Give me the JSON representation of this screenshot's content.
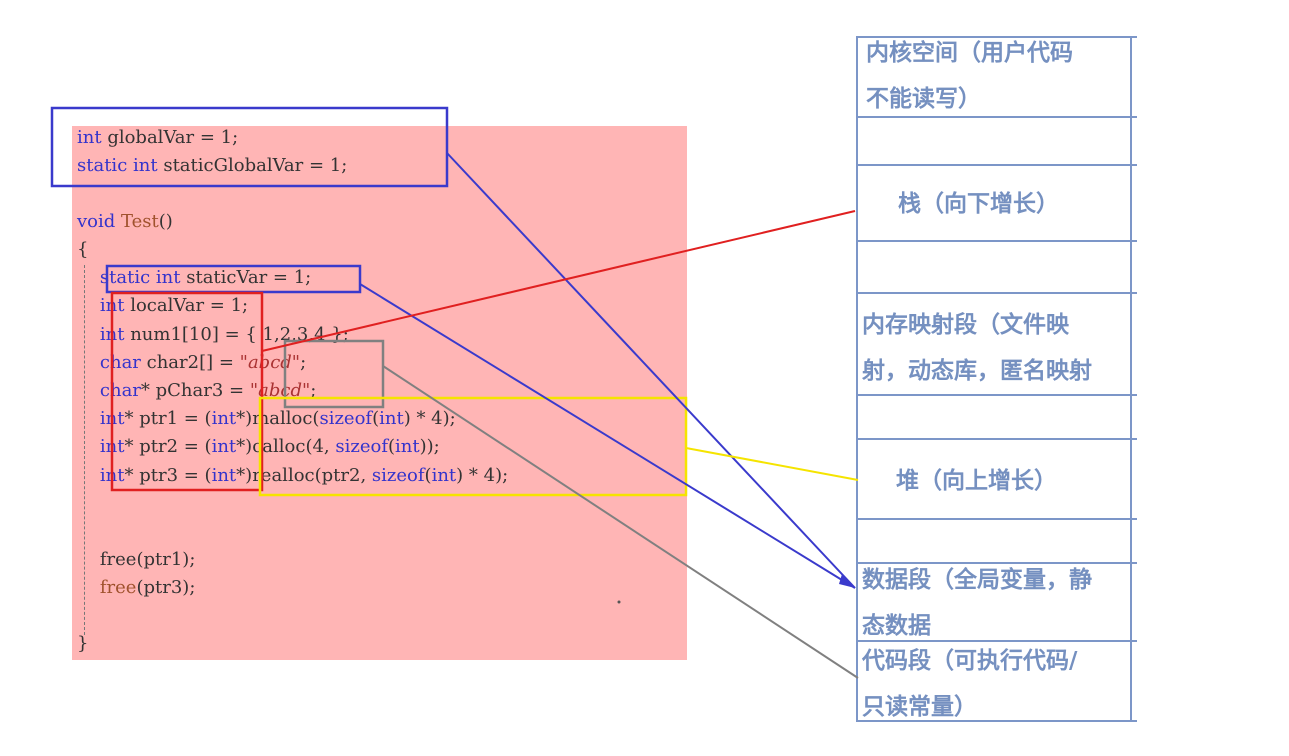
{
  "code": {
    "lines": [
      [
        {
          "t": "int",
          "c": "kw"
        },
        {
          "t": " globalVar = 1;",
          "c": "id"
        }
      ],
      [
        {
          "t": "static",
          "c": "kw"
        },
        {
          "t": " ",
          "c": "id"
        },
        {
          "t": "int",
          "c": "kw"
        },
        {
          "t": " staticGlobalVar = 1;",
          "c": "id"
        }
      ],
      [],
      [
        {
          "t": "void",
          "c": "kw"
        },
        {
          "t": " ",
          "c": "id"
        },
        {
          "t": "Test",
          "c": "fn"
        },
        {
          "t": "()",
          "c": "id"
        }
      ],
      [
        {
          "t": "{",
          "c": "id"
        }
      ],
      [
        {
          "t": "    ",
          "c": "id"
        },
        {
          "t": "static",
          "c": "kw"
        },
        {
          "t": " ",
          "c": "id"
        },
        {
          "t": "int",
          "c": "kw"
        },
        {
          "t": " staticVar = 1;",
          "c": "id"
        }
      ],
      [
        {
          "t": "    ",
          "c": "id"
        },
        {
          "t": "int",
          "c": "kw"
        },
        {
          "t": " localVar = 1;",
          "c": "id"
        }
      ],
      [
        {
          "t": "    ",
          "c": "id"
        },
        {
          "t": "int",
          "c": "kw"
        },
        {
          "t": " num1[10] = { 1,2,3,4 };",
          "c": "id"
        }
      ],
      [
        {
          "t": "    ",
          "c": "id"
        },
        {
          "t": "char",
          "c": "kw"
        },
        {
          "t": " char2[] = ",
          "c": "id"
        },
        {
          "t": "\"abcd\"",
          "c": "str"
        },
        {
          "t": ";",
          "c": "id"
        }
      ],
      [
        {
          "t": "    ",
          "c": "id"
        },
        {
          "t": "char",
          "c": "kw"
        },
        {
          "t": "* pChar3 = ",
          "c": "id"
        },
        {
          "t": "\"abcd\"",
          "c": "str"
        },
        {
          "t": ";",
          "c": "id"
        }
      ],
      [
        {
          "t": "    ",
          "c": "id"
        },
        {
          "t": "int",
          "c": "kw"
        },
        {
          "t": "* ptr1 = (",
          "c": "id"
        },
        {
          "t": "int",
          "c": "kw"
        },
        {
          "t": "*)malloc(",
          "c": "id"
        },
        {
          "t": "sizeof",
          "c": "kw"
        },
        {
          "t": "(",
          "c": "id"
        },
        {
          "t": "int",
          "c": "kw"
        },
        {
          "t": ") * 4);",
          "c": "id"
        }
      ],
      [
        {
          "t": "    ",
          "c": "id"
        },
        {
          "t": "int",
          "c": "kw"
        },
        {
          "t": "* ptr2 = (",
          "c": "id"
        },
        {
          "t": "int",
          "c": "kw"
        },
        {
          "t": "*)calloc(4, ",
          "c": "id"
        },
        {
          "t": "sizeof",
          "c": "kw"
        },
        {
          "t": "(",
          "c": "id"
        },
        {
          "t": "int",
          "c": "kw"
        },
        {
          "t": "));",
          "c": "id"
        }
      ],
      [
        {
          "t": "    ",
          "c": "id"
        },
        {
          "t": "int",
          "c": "kw"
        },
        {
          "t": "* ptr3 = (",
          "c": "id"
        },
        {
          "t": "int",
          "c": "kw"
        },
        {
          "t": "*)realloc(ptr2, ",
          "c": "id"
        },
        {
          "t": "sizeof",
          "c": "kw"
        },
        {
          "t": "(",
          "c": "id"
        },
        {
          "t": "int",
          "c": "kw"
        },
        {
          "t": ") * 4);",
          "c": "id"
        }
      ],
      [],
      [],
      [
        {
          "t": "    free(ptr1);",
          "c": "id"
        }
      ],
      [
        {
          "t": "    ",
          "c": "id"
        },
        {
          "t": "free",
          "c": "fn"
        },
        {
          "t": "(ptr3);",
          "c": "id"
        }
      ],
      [],
      [
        {
          "t": "}",
          "c": "id"
        }
      ]
    ]
  },
  "memory_segments": {
    "kernel": "内核空间（用户代码\n不能读写）",
    "stack": "栈（向下增长）",
    "mmap": "内存映射段（文件映\n射，动态库，匿名映射",
    "heap": "堆（向上增长）",
    "data": "数据段（全局变量，静\n态数据",
    "code": "代码段（可执行代码/\n只读常量）"
  },
  "colors": {
    "code_background": "#ffb5b5",
    "keyword": "#3333cc",
    "function": "#a0522d",
    "table_border": "#7c96c8",
    "table_text": "#7590c0",
    "blue_annotation": "#3a3acc",
    "red_annotation": "#e02020",
    "gray_annotation": "#808080",
    "yellow_annotation": "#f5e400"
  }
}
